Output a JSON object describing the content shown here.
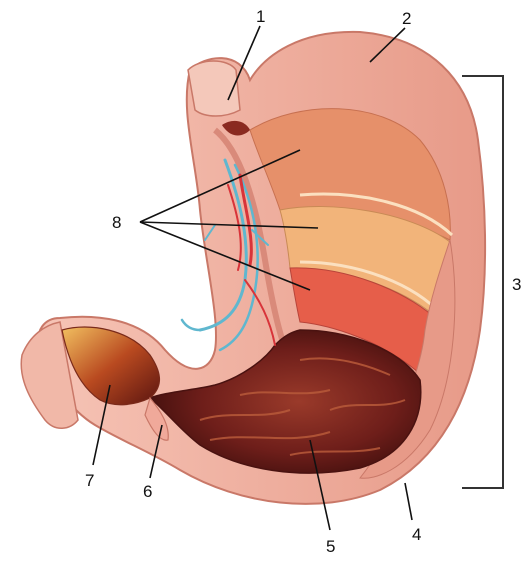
{
  "labels": {
    "l1": "1",
    "l2": "2",
    "l3": "3",
    "l4": "4",
    "l5": "5",
    "l6": "6",
    "l7": "7",
    "l8": "8"
  },
  "colors": {
    "serosa": "#f3b3a4",
    "serosa_dark": "#d98a7a",
    "muscle_outer": "#e69a72",
    "muscle_mid": "#f0b078",
    "muscle_inner": "#e65a4a",
    "mucosa": "#6e1e1a",
    "mucosa_fold": "#a84a32",
    "vein": "#5fb7cf",
    "artery": "#d8343a"
  }
}
